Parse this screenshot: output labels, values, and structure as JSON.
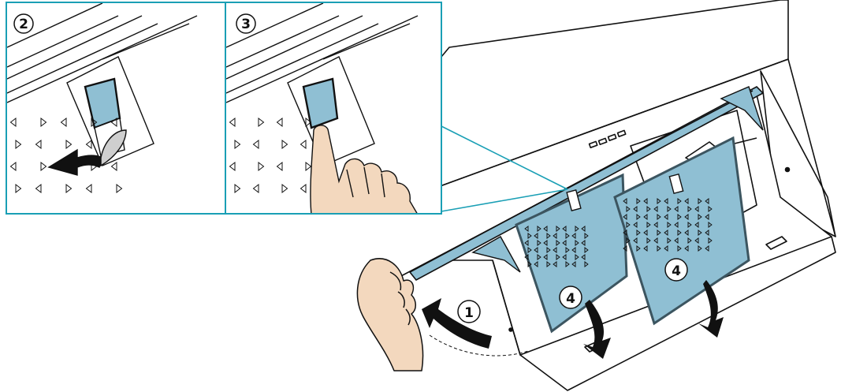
{
  "steps": {
    "pull_panel": "1",
    "push_latch": "2",
    "press_latch": "3",
    "remove_filter_left": "4",
    "remove_filter_right": "4"
  },
  "colors": {
    "frame_border": "#1a9fb5",
    "filter_fill": "#8fbfd3",
    "filter_edge": "#3c5560",
    "outline": "#111111",
    "skin": "#f3d8be",
    "leg_bracket": "#8fbfd3",
    "background": "#ffffff"
  },
  "icons": {
    "arrow_rotate": "curved-arrow-icon",
    "hand": "hand-icon",
    "finger": "finger-icon"
  }
}
